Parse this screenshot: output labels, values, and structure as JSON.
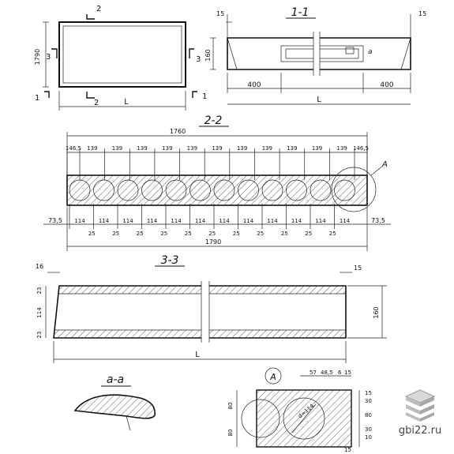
{
  "section_titles": {
    "s11": "1-1",
    "s22": "2-2",
    "s33": "3-3",
    "aa": "a-a",
    "detail": "A"
  },
  "plan": {
    "height_dim": "1790",
    "length_dim": "L",
    "cut_2": "2",
    "cut_3": "3",
    "cut_1": "1"
  },
  "sec11": {
    "end_15_left": "15",
    "end_15_right": "15",
    "height": "160",
    "off_left": "400",
    "off_right": "400",
    "length": "L",
    "cut_a": "a"
  },
  "sec22": {
    "overall_top": "1760",
    "top_segments": [
      "146,5",
      "139",
      "139",
      "139",
      "139",
      "139",
      "139",
      "139",
      "139",
      "139",
      "139",
      "139",
      "146,5"
    ],
    "bottom_outer_left": "73,5",
    "bottom_outer_right": "73,5",
    "bottom_114": [
      "114",
      "114",
      "114",
      "114",
      "114",
      "114",
      "114",
      "114",
      "114",
      "114",
      "114",
      "114"
    ],
    "bottom_25": [
      "25",
      "25",
      "25",
      "25",
      "25",
      "25",
      "25",
      "25",
      "25",
      "25",
      "25"
    ],
    "overall_bottom": "1790",
    "callout": "A"
  },
  "sec33": {
    "end_left": "16",
    "end_right": "15",
    "top_layer": "23",
    "void_height": "114",
    "bottom_layer": "23",
    "height": "160",
    "length": "L"
  },
  "detail": {
    "dim_57": "57",
    "dim_48": "48,5",
    "dim_6": "6",
    "dim_15": "15",
    "dim_80a": "80",
    "dim_80b": "80",
    "dim_15s": "15",
    "dim_30": "30",
    "dim_80c": "80",
    "dim_30b": "30",
    "dim_10": "10",
    "dim_15b": "15",
    "dia": "d=114"
  },
  "watermark_text": "gbi22.ru"
}
